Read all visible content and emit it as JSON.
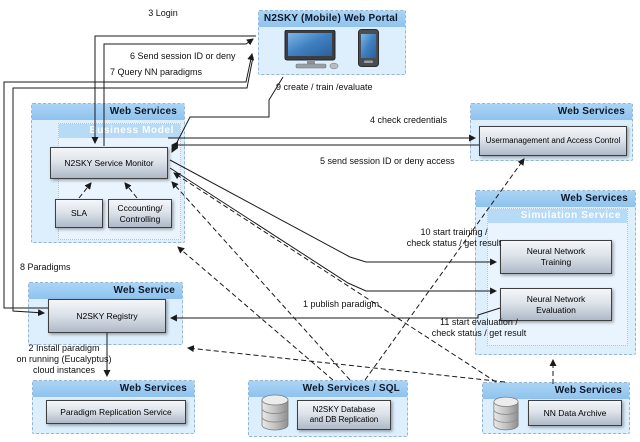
{
  "diagram": {
    "portal": {
      "header": "N2SKY (Mobile) Web Portal"
    },
    "business": {
      "header": "Web Services",
      "subheader": "Business Model",
      "monitor": "N2SKY Service Monitor",
      "sla": "SLA",
      "accounting": "Cccounting/\nControlling"
    },
    "usermgmt": {
      "header": "Web Services",
      "box": "Usermanagement and Access Control"
    },
    "simulation": {
      "header": "Web Services",
      "subheader": "Simulation Service",
      "training": "Neural Network\nTraining",
      "evaluation": "Neural Network\nEvaluation"
    },
    "registry": {
      "header": "Web Service",
      "box": "N2SKY Registry"
    },
    "replication": {
      "header": "Web Services",
      "box": "Paradigm Replication Service"
    },
    "database": {
      "header": "Web Services / SQL",
      "box": "N2SKY Database\nand DB Replication"
    },
    "archive": {
      "header": "Web Services",
      "box": "NN Data Archive"
    },
    "flows": {
      "f1": "1 publish paradigm",
      "f2": "2 Install paradigm\non running (Eucalyptus)\ncloud instances",
      "f3": "3 Login",
      "f4": "4 check credentials",
      "f5": "5 send session ID or deny access",
      "f6": "6 Send session ID or deny",
      "f7": "7 Query NN paradigms",
      "f8": "8 Paradigms",
      "f9": "9 create / train /evaluate",
      "f10": "10 start training /\ncheck status / get result",
      "f11": "11 start evaluation /\ncheck status / get result"
    },
    "icons": {
      "desktop": "desktop-computer-icon",
      "phone": "mobile-phone-icon",
      "database": "database-cylinder-icon"
    },
    "colors": {
      "header_blue": "#9ac9f0",
      "body_blue": "#ddeefc",
      "sub_header_blue": "#b7dbf6",
      "node_border": "#3f3f3f",
      "line": "#1a1a1a"
    }
  }
}
